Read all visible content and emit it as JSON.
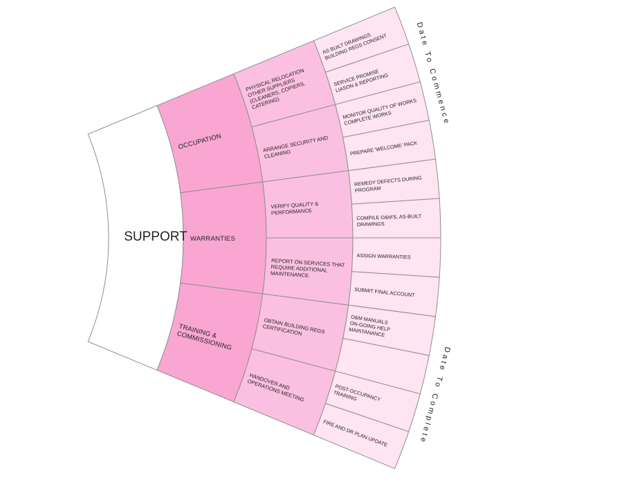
{
  "diagram": {
    "root": "SUPPORT",
    "start_label": "Date To Commence",
    "end_label": "Date To Complete",
    "colors": {
      "root": "#ffffff",
      "level1": "#f9a6d2",
      "level2": "#fbc0e1",
      "level3": "#ffe4f1",
      "stroke": "#8e8e8e"
    },
    "level1": [
      {
        "label": "OCCUPATION",
        "children": [
          {
            "label": "PHYSICAL RELOCATION\nOTHER SUPPLIERS\n(CLEANERS, COPIERS,\nCATERING)",
            "leaves": [
              "AS BUILT DRAWINGS\nBUILDING REGS CONSENT",
              "SERVICE PROMISE\nLIASON & REPORTING"
            ]
          },
          {
            "label": "ARRANGE SECURITY AND\nCLEANING",
            "leaves": [
              "MONITOR QUALITY OF WORKS\nCOMPLETE WORKS",
              "PREPARE 'WELCOME' PACK"
            ]
          }
        ]
      },
      {
        "label": "WARRANTIES",
        "children": [
          {
            "label": "VERIFY QUALITY &\nPERFORMANCE",
            "leaves": [
              "REMEDY DEFECTS DURING\nPROGRAM",
              "COMPILE O&M'S, AS-BUILT\nDRAWINGS"
            ]
          },
          {
            "label": "REPORT ON SERVICES THAT\nREQUIRE ADDITIONAL\nMAINTENANCE.",
            "leaves": [
              "ASSIGN WARRANTIES",
              "SUBMIT FINAL ACCOUNT"
            ]
          }
        ]
      },
      {
        "label": "TRAINING &\nCOMMISSIONING",
        "children": [
          {
            "label": "OBTAIN BUILDING REGS\nCERTIFICATION",
            "leaves": [
              "O&M MANUALS\nON-GOING HELP\nMAINTANANCE",
              ""
            ]
          },
          {
            "label": "HANDOVER AND\nOPERATIONS MEETING",
            "leaves": [
              "POST-OCCUPANCY\nTRAINING",
              "FIRE AND DR PLAN UPDATE"
            ]
          }
        ]
      }
    ]
  }
}
